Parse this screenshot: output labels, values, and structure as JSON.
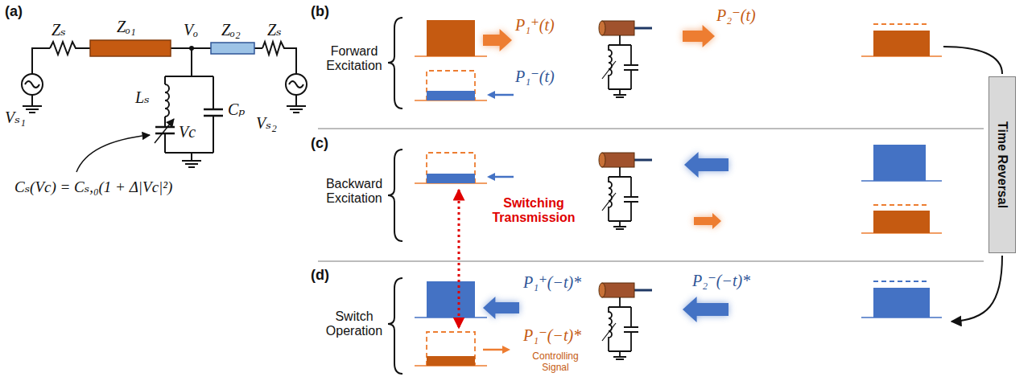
{
  "diagram": {
    "nodes": [
      {
        "text": [
          "Time Reversal"
        ]
      }
    ],
    "labels": [
      "(a)",
      "Zₛ",
      "Zₒ₁",
      "Vₒ",
      "Zₒ₂",
      "Zₛ",
      "Vₛ₁",
      "Vₛ₂",
      "Lₛ",
      "Vc",
      "Cₚ",
      "Cₛ(Vc) = Cₛ,₀(1 + Δ|Vc|²)",
      "(b)",
      "Forward Excitation",
      "P₁⁺(t)",
      "P₁⁻(t)",
      "P₂⁻(t)",
      "(c)",
      "Backward Excitation",
      "Switching Transmission",
      "(d)",
      "Switch Operation",
      "P₁⁺(−t)*",
      "P₂⁻(−t)*",
      "P₁⁻(−t)*",
      "Controlling Signal"
    ]
  }
}
